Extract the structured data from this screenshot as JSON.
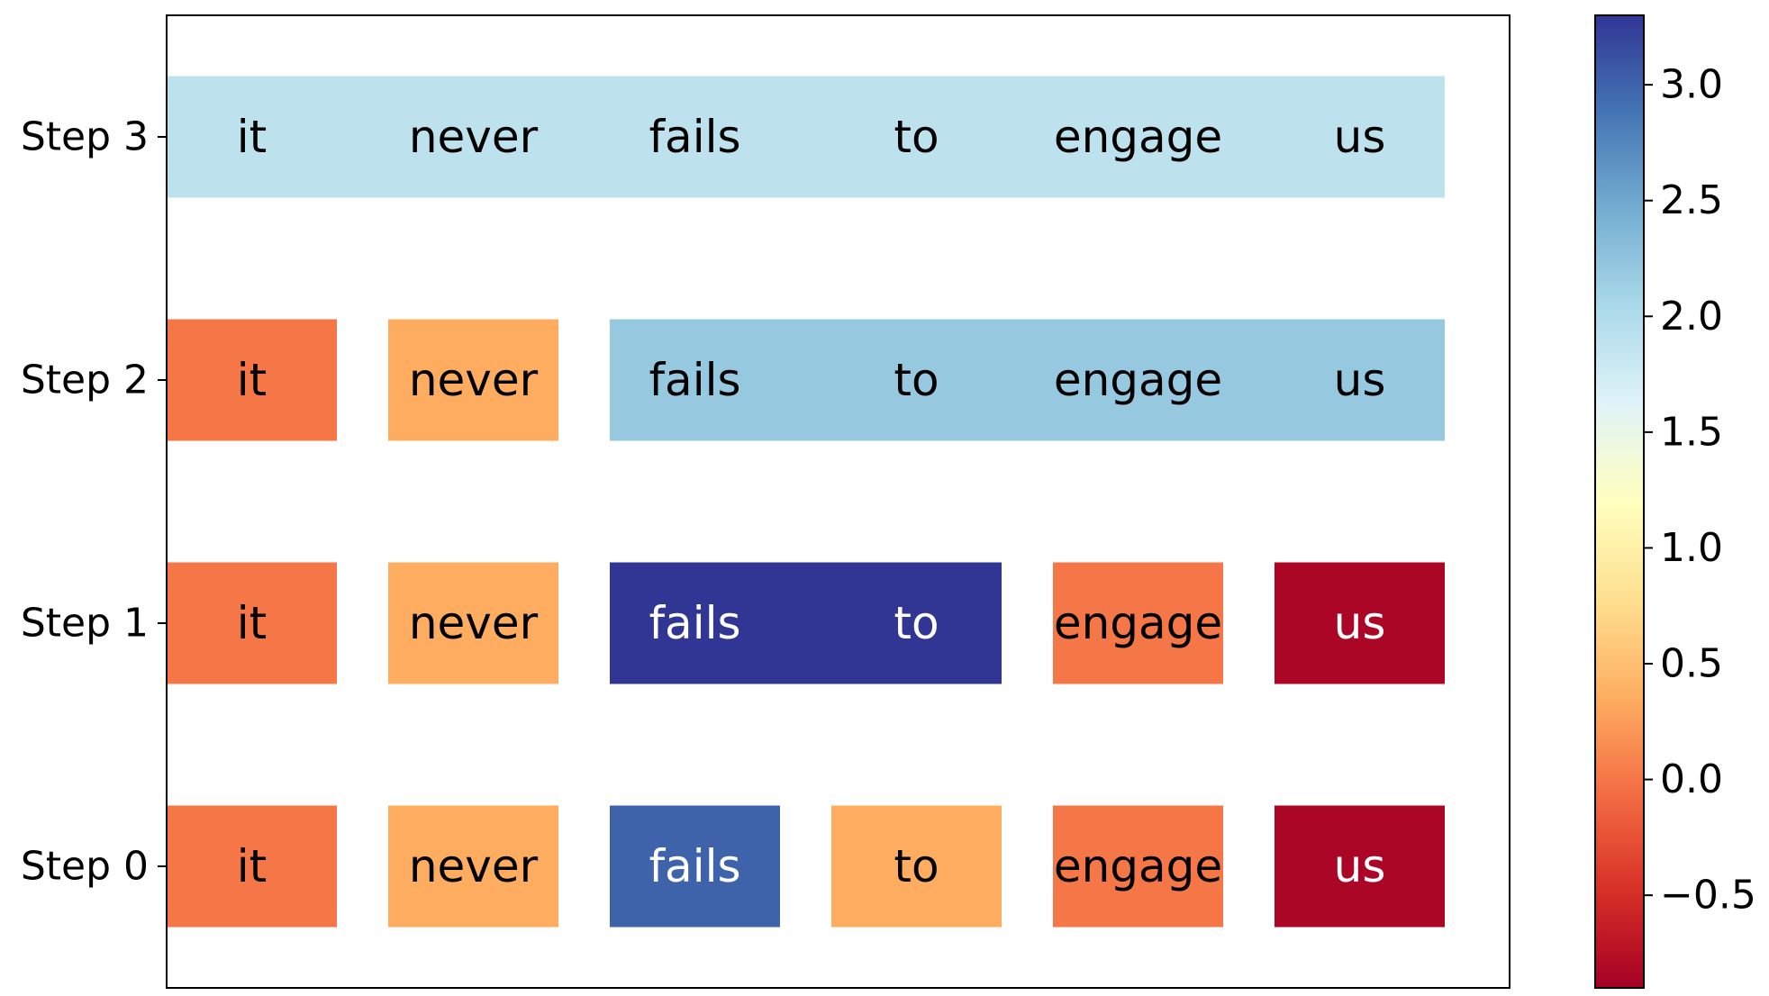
{
  "chart_data": {
    "type": "heatmap",
    "title": "",
    "xlabel": "",
    "ylabel": "",
    "rows": [
      {
        "label": "Step 0",
        "groups": [
          {
            "tokens": [
              "it"
            ],
            "value": 0.0
          },
          {
            "tokens": [
              "never"
            ],
            "value": 0.35
          },
          {
            "tokens": [
              "fails"
            ],
            "value": 3.0
          },
          {
            "tokens": [
              "to"
            ],
            "value": 0.35
          },
          {
            "tokens": [
              "engage"
            ],
            "value": 0.0
          },
          {
            "tokens": [
              "us"
            ],
            "value": -0.85
          }
        ]
      },
      {
        "label": "Step 1",
        "groups": [
          {
            "tokens": [
              "it"
            ],
            "value": 0.0
          },
          {
            "tokens": [
              "never"
            ],
            "value": 0.35
          },
          {
            "tokens": [
              "fails",
              "to"
            ],
            "value": 3.3
          },
          {
            "tokens": [
              "engage"
            ],
            "value": 0.0
          },
          {
            "tokens": [
              "us"
            ],
            "value": -0.85
          }
        ]
      },
      {
        "label": "Step 2",
        "groups": [
          {
            "tokens": [
              "it"
            ],
            "value": 0.0
          },
          {
            "tokens": [
              "never"
            ],
            "value": 0.35
          },
          {
            "tokens": [
              "fails",
              "to",
              "engage",
              "us"
            ],
            "value": 2.2
          }
        ]
      },
      {
        "label": "Step 3",
        "groups": [
          {
            "tokens": [
              "it",
              "never",
              "fails",
              "to",
              "engage",
              "us"
            ],
            "value": 1.9
          }
        ]
      }
    ],
    "colorbar": {
      "colormap": "RdYlBu",
      "range": [
        -0.9,
        3.3
      ],
      "ticks": [
        "−0.5",
        "0.0",
        "0.5",
        "1.0",
        "1.5",
        "2.0",
        "2.5",
        "3.0"
      ]
    },
    "grid": false,
    "legend": "none"
  }
}
